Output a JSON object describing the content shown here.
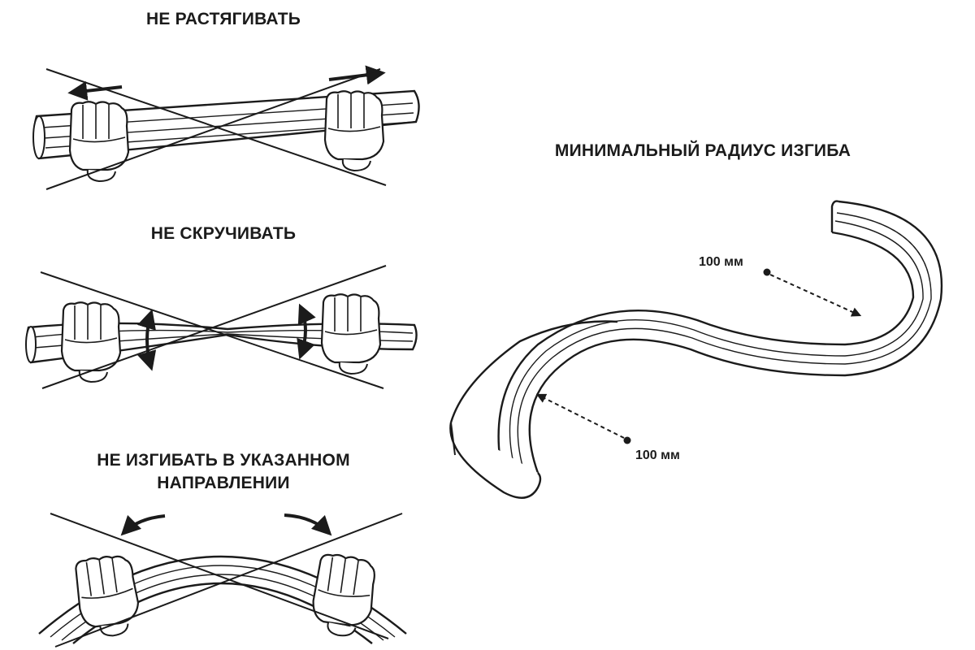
{
  "captions": {
    "no_stretch": "НЕ РАСТЯГИВАТЬ",
    "no_twist": "НЕ СКРУЧИВАТЬ",
    "no_bend_line1": "НЕ ИЗГИБАТЬ В УКАЗАННОМ",
    "no_bend_line2": "НАПРАВЛЕНИИ",
    "min_radius": "МИНИМАЛЬНЫЙ РАДИУС ИЗГИБА"
  },
  "dimensions": {
    "radius_top": "100 мм",
    "radius_bottom": "100 мм"
  },
  "colors": {
    "line": "#1b1b1b",
    "fill": "#ffffff"
  },
  "icons": [
    "stretch-prohibited-icon",
    "twist-prohibited-icon",
    "bend-prohibited-icon",
    "s-curve-strip-icon"
  ]
}
